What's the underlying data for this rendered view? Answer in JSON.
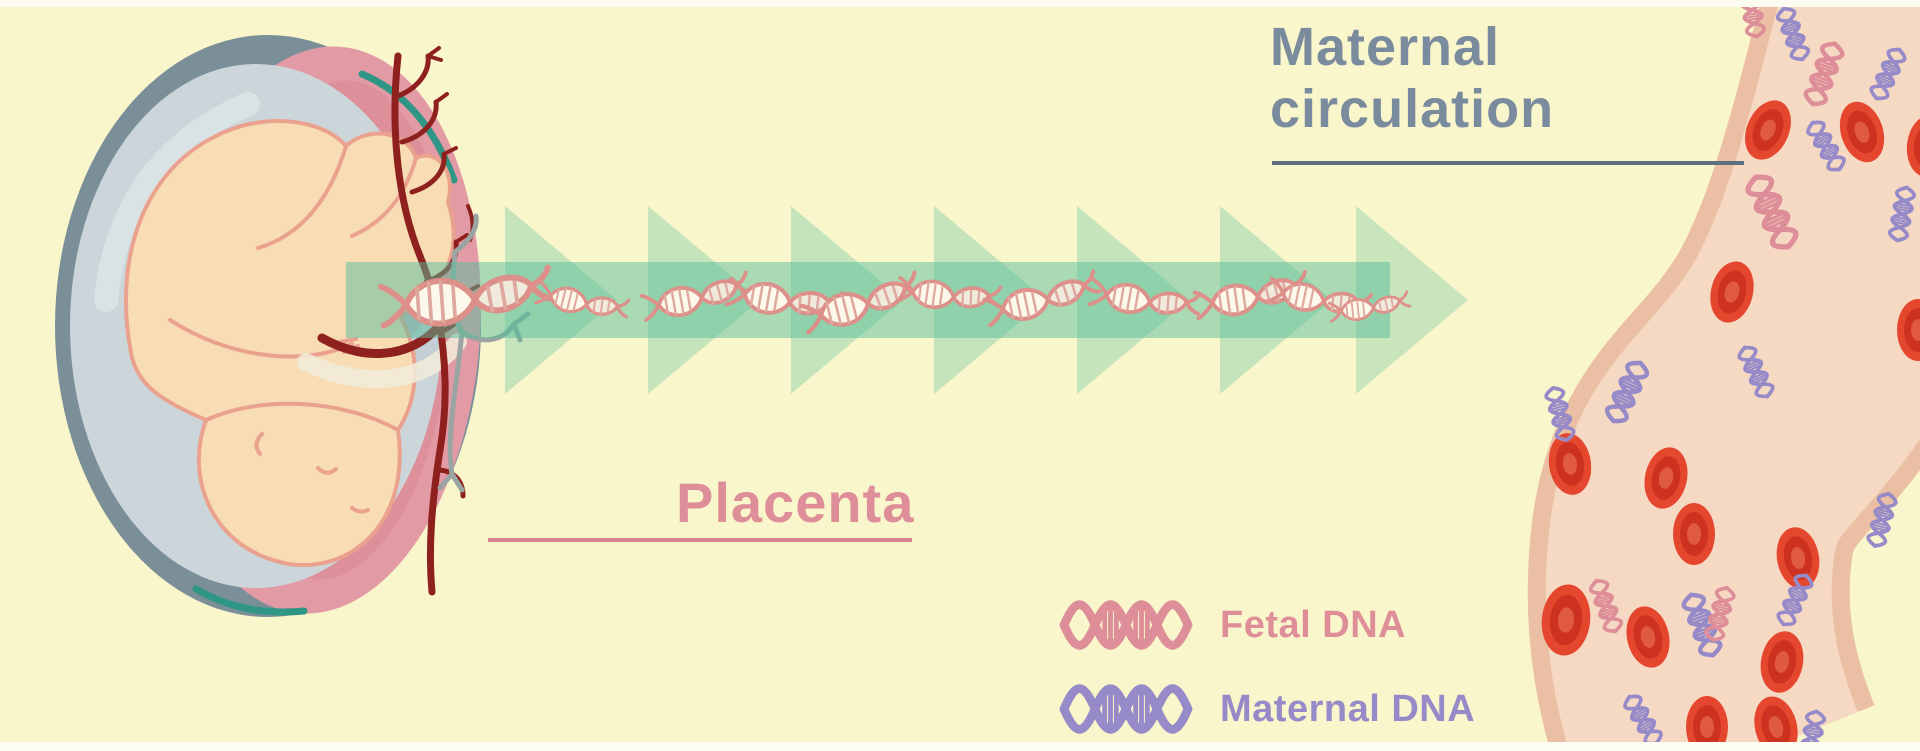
{
  "labels": {
    "maternal_circulation": {
      "line1": "Maternal",
      "line2": "circulation"
    },
    "placenta": "Placenta"
  },
  "legend": {
    "items": [
      {
        "id": "fetal-dna",
        "label": "Fetal DNA",
        "color": "#dd8e98"
      },
      {
        "id": "maternal-dna",
        "label": "Maternal DNA",
        "color": "#968bc8"
      }
    ]
  },
  "colors": {
    "background": "#faf6cb",
    "label_blue": "#7a8b9d",
    "label_blue_line": "#5d7082",
    "placenta_pink": "#dd8e98",
    "placenta_line": "#d9838e",
    "fetal_dna_pink": "#dd8e98",
    "maternal_dna_purple": "#968bc8",
    "arrow_green": "#57bd9b",
    "womb_ring": "#7b8f99",
    "amniotic_fluid": "#ccd6da",
    "placenta_crescent": "#e29aa5",
    "vessel_wall": "#eabfa3",
    "vessel_interior": "#f6d9c3",
    "blood_red": "#e5472e",
    "dark_vessel_red": "#8e211d",
    "fetus_skin": "#f7dcb4",
    "fetus_outline": "#eaa28f",
    "teal_accent": "#2f9585"
  }
}
